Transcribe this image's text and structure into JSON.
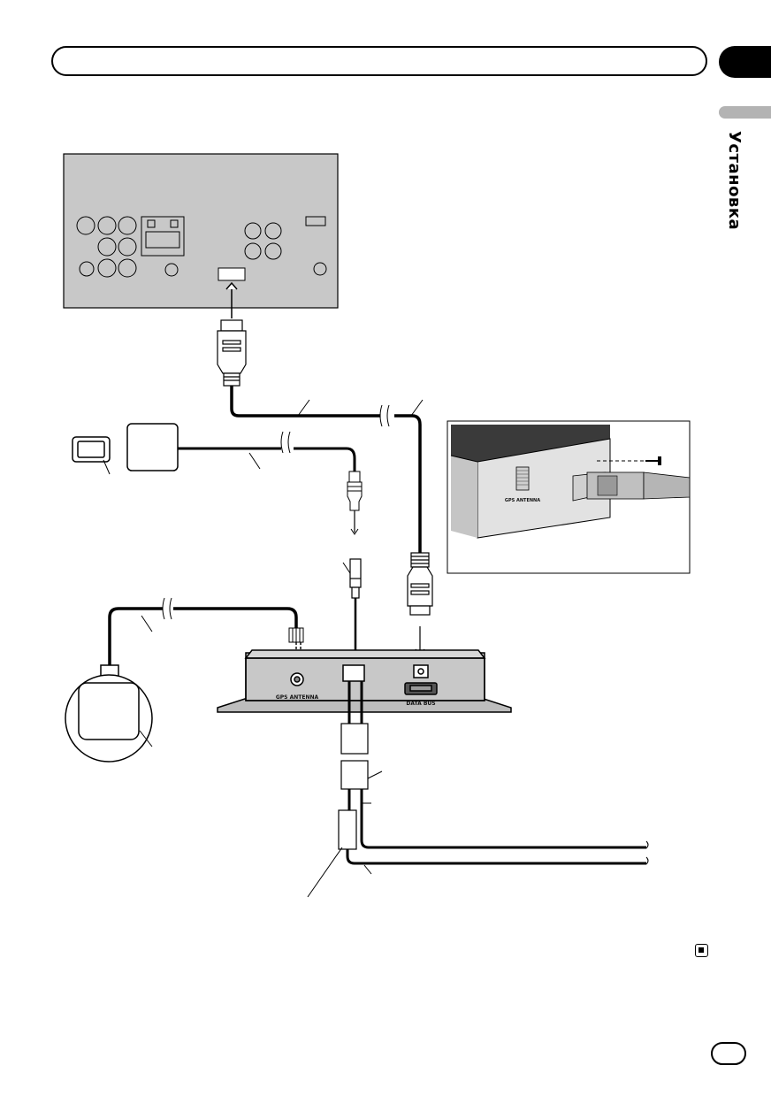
{
  "section_title": "Установка",
  "colors": {
    "unit_gray": "#c8c8c8",
    "box_gray": "#d9d9d9",
    "ink": "#000000",
    "tab": "#000000",
    "tab_light": "#b3b3b3"
  },
  "labels": {
    "gps_port": "GPS ANTENNA",
    "data_bus_port": "DATA BUS",
    "inset_port": "GPS ANTENNA"
  },
  "icons": {
    "end_of_section": "end-square-icon",
    "screw": "screw-icon"
  }
}
